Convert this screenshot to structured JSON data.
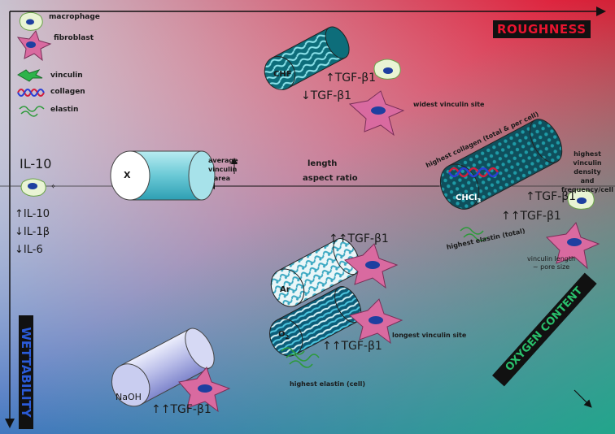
{
  "axes": {
    "roughness": "ROUGHNESS",
    "wettability": "WETTABILITY",
    "oxygen_content": "OXYGEN CONTENT"
  },
  "legend": {
    "macrophage": "macrophage",
    "fibroblast": "fibroblast",
    "vinculin": "vinculin",
    "collagen": "collagen",
    "elastin": "elastin"
  },
  "left_panel": {
    "il10_title": "IL-10",
    "il10": "IL-10",
    "il1b": "IL-1β",
    "il6": "IL-6",
    "up": "↑",
    "down": "↓"
  },
  "center": {
    "average_vinculin_area": [
      "average",
      "vinculin",
      "area"
    ],
    "length": "length",
    "aspect_ratio": "aspect ratio"
  },
  "samples": {
    "x": {
      "label": "X"
    },
    "chf": {
      "label": "CHF",
      "tgf_up": "TGF-β1",
      "tgf_down": "TGF-β1",
      "note": "widest vinculin site"
    },
    "chcl3": {
      "label": "CHCl",
      "sub": "3",
      "tgf1": "TGF-β1",
      "tgf2": "TGF-β1",
      "note_collagen": "highest collagen (total & per cell)",
      "note_vinculin": [
        "highest",
        "vinculin density",
        "and frequency/cell"
      ],
      "note_elastin": "highest elastin (total)",
      "note_vinculin_length": [
        "vinculin length",
        "~ pore size"
      ]
    },
    "ar": {
      "label": "Ar",
      "tgf": "TGF-β1"
    },
    "o2": {
      "label": "O",
      "sub": "2",
      "tgf": "TGF-β1",
      "note_vinculin": "longest vinculin site",
      "note_elastin": "highest elastin (cell)"
    },
    "naoh": {
      "label": "NaOH",
      "tgf": "TGF-β1"
    }
  },
  "colors": {
    "top_right": "#e8142f",
    "bottom_left": "#2a5bd8",
    "bottom_right": "#2fbf8a",
    "fibroblast": "#d96aa0",
    "macrophage_fill": "#e9f4d4",
    "nucleus": "#1e3fa0",
    "cylinder_x": "#7fd3de",
    "cylinder_naoh": "#b9bde8"
  }
}
